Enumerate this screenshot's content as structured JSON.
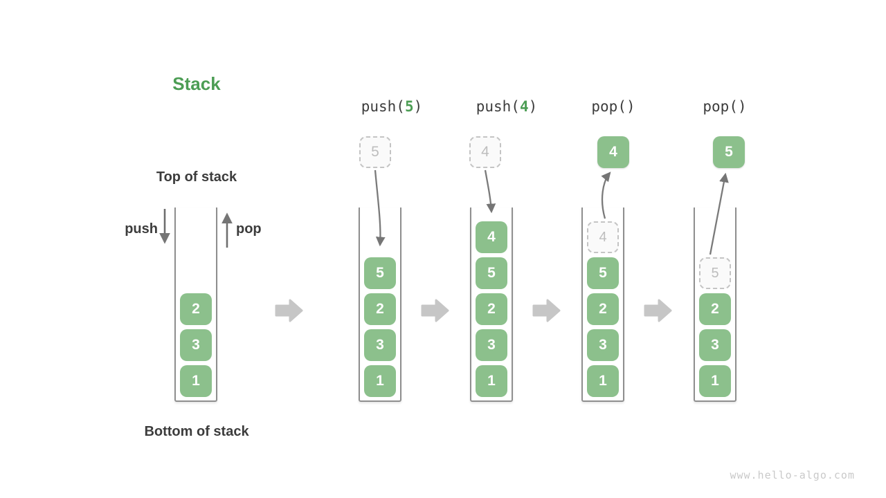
{
  "title": "Stack",
  "labels": {
    "top_of_stack": "Top of stack",
    "bottom_of_stack": "Bottom of stack",
    "push": "push",
    "pop": "pop"
  },
  "operations": [
    {
      "pre": "push(",
      "num": "5",
      "post": ")"
    },
    {
      "pre": "push(",
      "num": "4",
      "post": ")"
    },
    {
      "pre": "pop()",
      "num": "",
      "post": ""
    },
    {
      "pre": "pop()",
      "num": "",
      "post": ""
    }
  ],
  "floating": {
    "push5_value": "5",
    "push4_value": "4",
    "pop4_value": "4",
    "pop5_value": "5"
  },
  "stacks": {
    "initial": {
      "items": [
        "2",
        "3",
        "1"
      ]
    },
    "after_push5": {
      "items": [
        "5",
        "2",
        "3",
        "1"
      ]
    },
    "after_push4": {
      "items": [
        "4",
        "5",
        "2",
        "3",
        "1"
      ]
    },
    "after_pop4": {
      "ghost": "4",
      "items": [
        "5",
        "2",
        "3",
        "1"
      ]
    },
    "after_pop5": {
      "ghost": "5",
      "items": [
        "2",
        "3",
        "1"
      ]
    }
  },
  "watermark": "www.hello-algo.com",
  "colors": {
    "accent_green": "#4C9D54",
    "box_green": "#8CC08C",
    "dark_text": "#3C3C3C",
    "arrow_gray": "#757575",
    "block_arrow_gray": "#C6C6C6",
    "ghost_gray": "#BDBDBD"
  }
}
